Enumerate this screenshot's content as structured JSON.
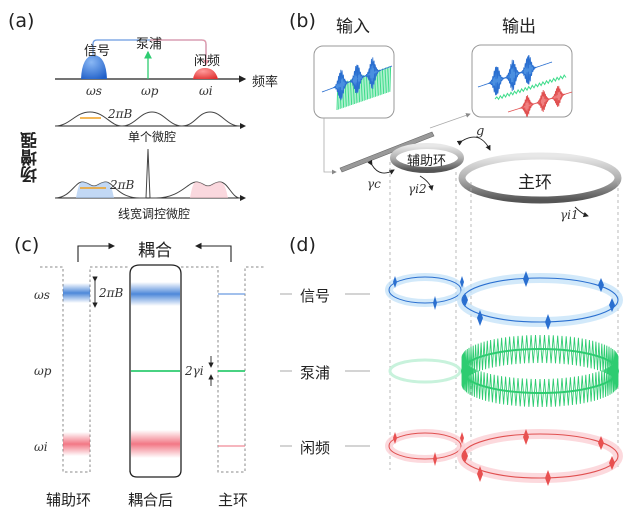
{
  "panels": {
    "a": {
      "label": "(a)",
      "top_plot": {
        "signal_label": "信号",
        "pump_label": "泵浦",
        "idler_label": "闲频",
        "axis_label": "频率",
        "omega_s": "ωs",
        "omega_p": "ωp",
        "omega_i": "ωi"
      },
      "y_label": "场增强",
      "single_cavity": {
        "bandwidth_label": "2πB",
        "caption": "单个微腔"
      },
      "linewidth_cavity": {
        "bandwidth_label": "2πB",
        "caption": "线宽调控微腔"
      }
    },
    "b": {
      "label": "(b)",
      "input_label": "输入",
      "output_label": "输出",
      "aux_ring_label": "辅助环",
      "main_ring_label": "主环",
      "g_label": "g",
      "gamma_c": "γc",
      "gamma_i2": "γi2",
      "gamma_i1": "γi1"
    },
    "c": {
      "label": "(c)",
      "coupling_label": "耦合",
      "omega_s": "ωs",
      "omega_p": "ωp",
      "omega_i": "ωi",
      "bandwidth_label": "2πB",
      "gamma_label": "2γi",
      "columns": [
        "辅助环",
        "耦合后",
        "主环"
      ]
    },
    "d": {
      "label": "(d)",
      "rows": [
        "信号",
        "泵浦",
        "闲频"
      ]
    }
  },
  "colors": {
    "signal": "#3a7bd5",
    "pump": "#2ecc71",
    "idler": "#f06060",
    "orange_band": "#f0a020",
    "gray": "#888888"
  }
}
